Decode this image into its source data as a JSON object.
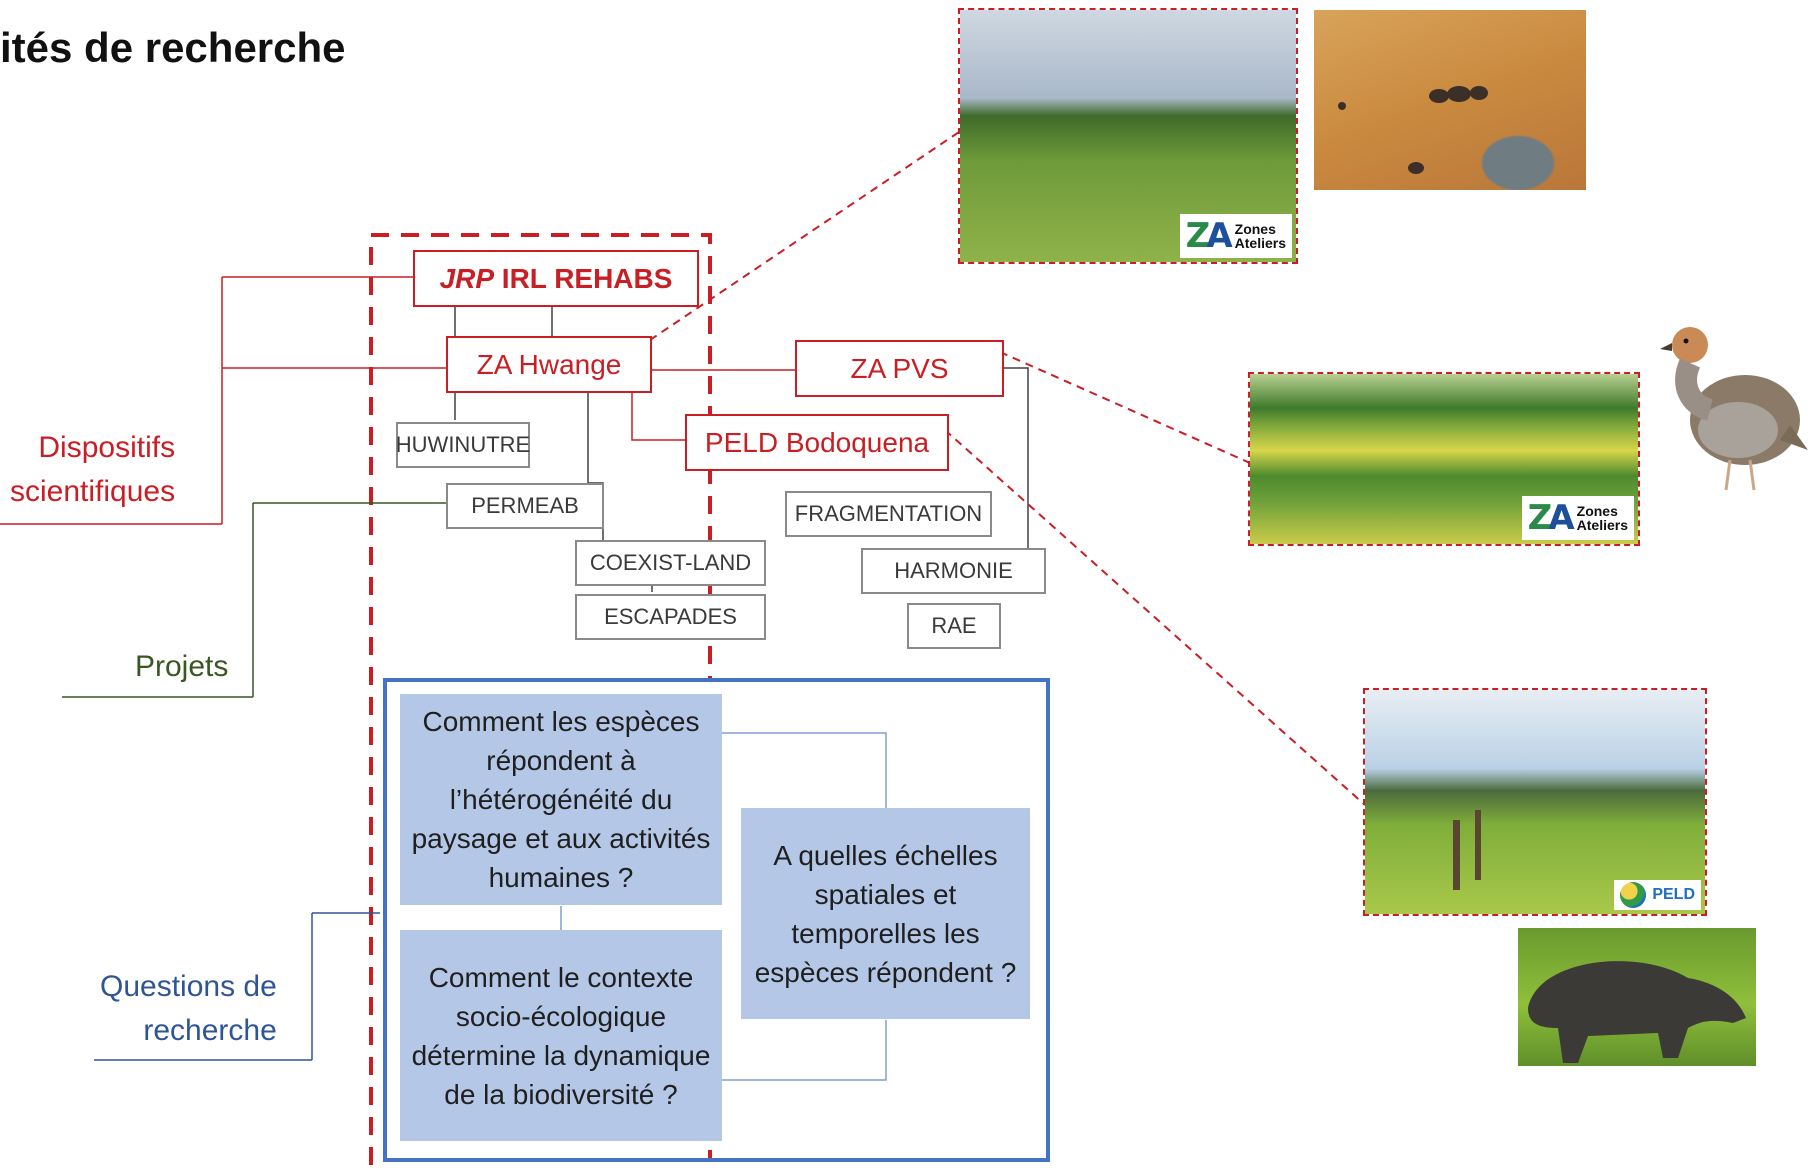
{
  "title": "ités de recherche",
  "side_labels": {
    "dispositifs": "Dispositifs\nscientifiques",
    "projets": "Projets",
    "questions": "Questions de\nrecherche"
  },
  "dispositifs": {
    "jrp_prefix": "JRP",
    "jrp_name": " IRL REHABS",
    "za_hwange": "ZA Hwange",
    "za_pvs": "ZA PVS",
    "peld": "PELD Bodoquena"
  },
  "projets": [
    "HUWINUTRE",
    "PERMEAB",
    "COEXIST-LAND",
    "ESCAPADES",
    "FRAGMENTATION",
    "HARMONIE",
    "RAE"
  ],
  "questions": {
    "q1": "Comment les espèces répondent à l’hétérogénéité du paysage et aux activités humaines ?",
    "q2": "Comment le contexte socio-écologique détermine la dynamique de la biodiversité ?",
    "q3": "A quelles échelles spatiales et temporelles les espèces répondent ?"
  },
  "logos": {
    "za_mark_z": "Z",
    "za_mark_a": "A",
    "za_text": "Zones\nAteliers",
    "peld_text": "PELD"
  },
  "colors": {
    "red": "#c81e24",
    "green": "#385723",
    "blue": "#2f5597",
    "question_fill": "#b4c7e7",
    "grey_border": "#8a8a8a"
  }
}
